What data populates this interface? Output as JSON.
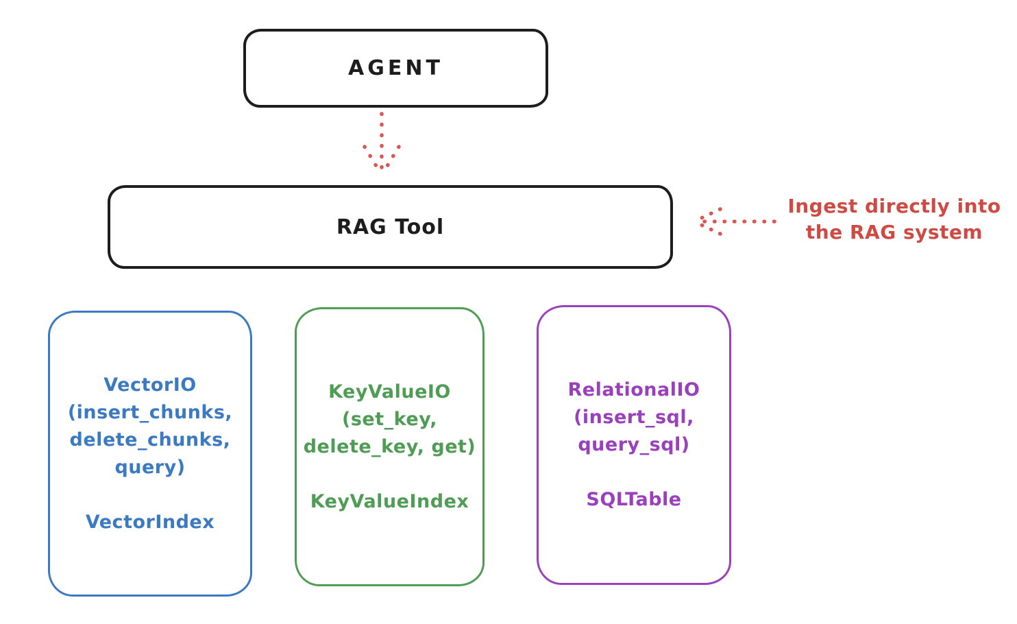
{
  "diagram": {
    "background": "#ffffff",
    "ink_color": "#1d1d1d",
    "agent": {
      "label": "AGENT"
    },
    "rag_tool": {
      "label": "RAG Tool"
    },
    "agent_to_rag_arrow": {
      "icon": "dotted-arrow-down",
      "color": "#dd5550"
    },
    "ingest_note": {
      "lines": [
        "Ingest directly into",
        "the RAG system"
      ],
      "arrow_icon": "dotted-arrow-left",
      "color": "#d04a44"
    },
    "backends": [
      {
        "name": "vector-io",
        "color": "#3b7ac2",
        "methods": [
          "VectorIO",
          "(insert_chunks,",
          "delete_chunks,",
          "query)"
        ],
        "index_label": "VectorIndex"
      },
      {
        "name": "keyvalue-io",
        "color": "#4f9c55",
        "methods": [
          "KeyValueIO",
          "(set_key,",
          "delete_key, get)"
        ],
        "index_label": "KeyValueIndex"
      },
      {
        "name": "relational-io",
        "color": "#9a40bd",
        "methods": [
          "RelationalIO",
          "(insert_sql,",
          "query_sql)"
        ],
        "index_label": "SQLTable"
      }
    ]
  }
}
